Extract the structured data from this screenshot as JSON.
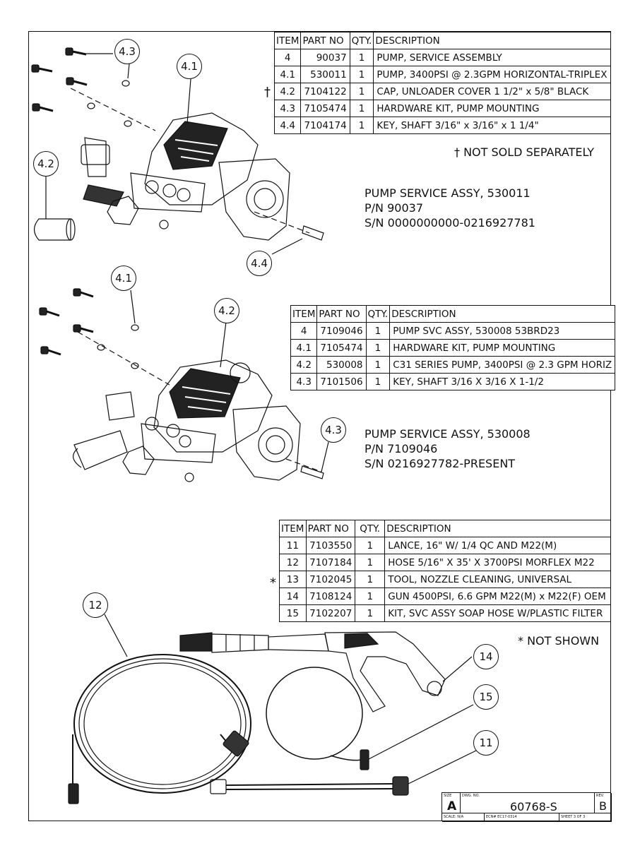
{
  "table1": {
    "headers": [
      "ITEM",
      "PART NO",
      "QTY.",
      "DESCRIPTION"
    ],
    "rows": [
      [
        "4",
        "90037",
        "1",
        "PUMP, SERVICE ASSEMBLY"
      ],
      [
        "4.1",
        "530011",
        "1",
        "PUMP, 3400PSI @ 2.3GPM HORIZONTAL-TRIPLEX"
      ],
      [
        "4.2",
        "7104122",
        "1",
        "CAP, UNLOADER COVER 1 1/2\" x 5/8\" BLACK"
      ],
      [
        "4.3",
        "7105474",
        "1",
        "HARDWARE KIT, PUMP MOUNTING"
      ],
      [
        "4.4",
        "7104174",
        "1",
        "KEY, SHAFT 3/16\" x 3/16\" x 1 1/4\""
      ]
    ],
    "row_mark": "†",
    "note": "† NOT  SOLD SEPARATELY"
  },
  "assy1": {
    "line1": "PUMP SERVICE ASSY, 530011",
    "line2": "P/N 90037",
    "line3": "S/N 0000000000-0216927781"
  },
  "table2": {
    "headers": [
      "ITEM",
      "PART NO",
      "QTY.",
      "DESCRIPTION"
    ],
    "rows": [
      [
        "4",
        "7109046",
        "1",
        "PUMP SVC ASSY, 530008 53BRD23"
      ],
      [
        "4.1",
        "7105474",
        "1",
        "HARDWARE KIT, PUMP MOUNTING"
      ],
      [
        "4.2",
        "530008",
        "1",
        "C31 SERIES PUMP, 3400PSI @ 2.3 GPM HORIZ"
      ],
      [
        "4.3",
        "7101506",
        "1",
        "KEY, SHAFT 3/16 X 3/16 X 1-1/2"
      ]
    ]
  },
  "assy2": {
    "line1": "PUMP SERVICE ASSY, 530008",
    "line2": "P/N 7109046",
    "line3": "S/N 0216927782-PRESENT"
  },
  "table3": {
    "headers": [
      "ITEM",
      "PART NO",
      "QTY.",
      "DESCRIPTION"
    ],
    "rows": [
      [
        "11",
        "7103550",
        "1",
        "LANCE, 16\" W/ 1/4 QC AND M22(M)"
      ],
      [
        "12",
        "7107184",
        "1",
        "HOSE 5/16\" X 35' X 3700PSI MORFLEX M22"
      ],
      [
        "13",
        "7102045",
        "1",
        "TOOL, NOZZLE CLEANING, UNIVERSAL"
      ],
      [
        "14",
        "7108124",
        "1",
        "GUN 4500PSI, 6.6 GPM M22(M) x M22(F) OEM"
      ],
      [
        "15",
        "7102207",
        "1",
        "KIT, SVC ASSY SOAP HOSE W/PLASTIC FILTER"
      ]
    ],
    "row_mark": "*",
    "note": "* NOT SHOWN"
  },
  "callouts": {
    "c1_43": "4.3",
    "c1_41": "4.1",
    "c1_42": "4.2",
    "c1_44": "4.4",
    "c2_41": "4.1",
    "c2_42": "4.2",
    "c2_43": "4.3",
    "c3_12": "12",
    "c3_14": "14",
    "c3_15": "15",
    "c3_11": "11"
  },
  "title_block": {
    "size_label": "SIZE",
    "size": "A",
    "dwg_label": "DWG. NO.",
    "dwg": "60768-S",
    "rev_label": "REV.",
    "rev": "B",
    "scale": "SCALE:   N/A",
    "ecn": "ECN# EC17-0314",
    "sheet": "SHEET 3 OF 3"
  }
}
